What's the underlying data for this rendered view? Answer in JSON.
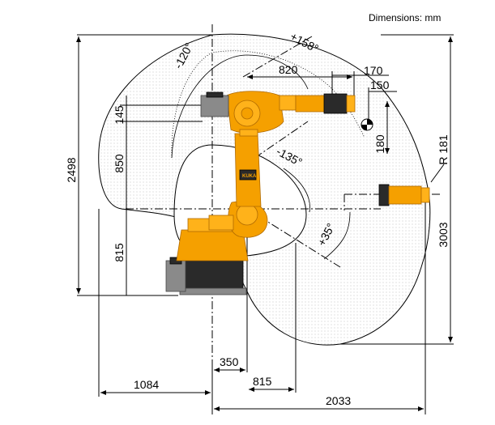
{
  "units_note": "Dimensions: mm",
  "dimensions": {
    "d2498": "2498",
    "d3003": "3003",
    "d145": "145",
    "d850": "850",
    "d815_left": "815",
    "d820": "820",
    "d170": "170",
    "d150": "150",
    "d180": "180",
    "r181": "R 181",
    "d350": "350",
    "d815_bottom": "815",
    "d1084": "1084",
    "d2033": "2033"
  },
  "angles": {
    "a_minus120": "-120°",
    "a_plus158": "+158°",
    "a_minus135": "-135°",
    "a_plus35": "+35°"
  },
  "logo_text": "KUKA",
  "colors": {
    "robot_orange": "#f5a000",
    "robot_dark": "#2a2a2a"
  }
}
